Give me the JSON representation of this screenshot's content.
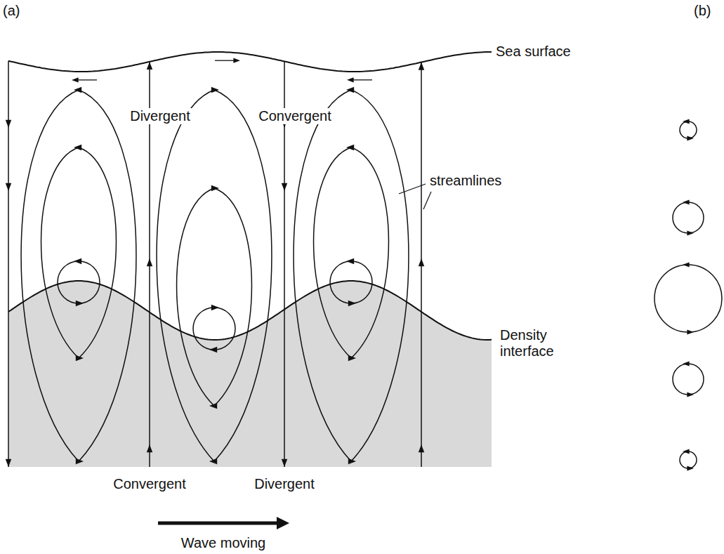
{
  "diagram": {
    "labels": [
      "(a)",
      "(b)",
      "Sea surface",
      "Divergent",
      "Convergent",
      "streamlines",
      "Density interface",
      "Convergent",
      "Divergent",
      "Wave moving"
    ]
  }
}
